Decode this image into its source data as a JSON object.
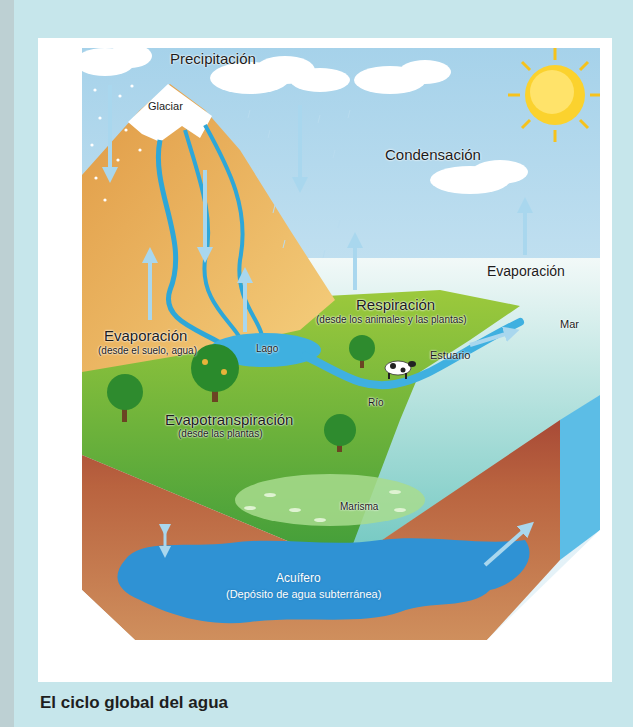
{
  "diagram": {
    "caption": "El ciclo global del agua",
    "labels": [
      "Precipitación",
      "Glaciar",
      "Condensación",
      "Evaporación",
      "Mar",
      "Respiración",
      "(desde los animales y las plantas)",
      "Evaporación",
      "(desde el suelo, agua)",
      "Lago",
      "Estuario",
      "Río",
      "Evapotranspiración",
      "(desde las plantas)",
      "Marisma",
      "Acuífero",
      "(Depósito de agua subterránea)"
    ]
  }
}
